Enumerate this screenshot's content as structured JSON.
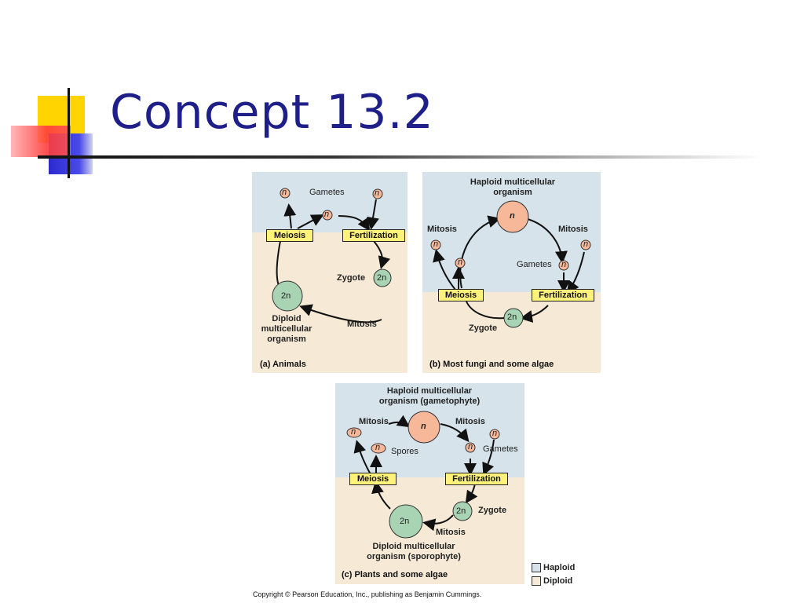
{
  "slide": {
    "title": "Concept 13.2"
  },
  "colors": {
    "haploid": "#d6e3ea",
    "diploid": "#f6ead6",
    "n_cell": "#f7b89a",
    "diploid_cell": "#a8d4b4",
    "box": "#fff27a",
    "title": "#1f1f8a"
  },
  "panel_a": {
    "caption": "(a) Animals",
    "gametes": "Gametes",
    "meiosis": "Meiosis",
    "fertilization": "Fertilization",
    "zygote": "Zygote",
    "mitosis": "Mitosis",
    "diploid_org": "Diploid multicellular organism",
    "n": "n",
    "two_n": "2n"
  },
  "panel_b": {
    "caption": "(b) Most fungi and some algae",
    "haploid_org": "Haploid multicellular organism",
    "mitosis_left": "Mitosis",
    "mitosis_right": "Mitosis",
    "gametes": "Gametes",
    "meiosis": "Meiosis",
    "fertilization": "Fertilization",
    "zygote": "Zygote",
    "n": "n",
    "two_n": "2n"
  },
  "panel_c": {
    "caption": "(c) Plants and some algae",
    "haploid_org": "Haploid multicellular organism (gametophyte)",
    "mitosis_left": "Mitosis",
    "mitosis_right": "Mitosis",
    "spores": "Spores",
    "gametes": "Gametes",
    "meiosis": "Meiosis",
    "fertilization": "Fertilization",
    "zygote": "Zygote",
    "mitosis_bottom": "Mitosis",
    "diploid_org": "Diploid multicellular organism (sporophyte)",
    "n": "n",
    "two_n": "2n"
  },
  "legend": {
    "haploid": "Haploid",
    "diploid": "Diploid"
  },
  "copyright": "Copyright © Pearson Education, Inc., publishing as Benjamin Cummings."
}
